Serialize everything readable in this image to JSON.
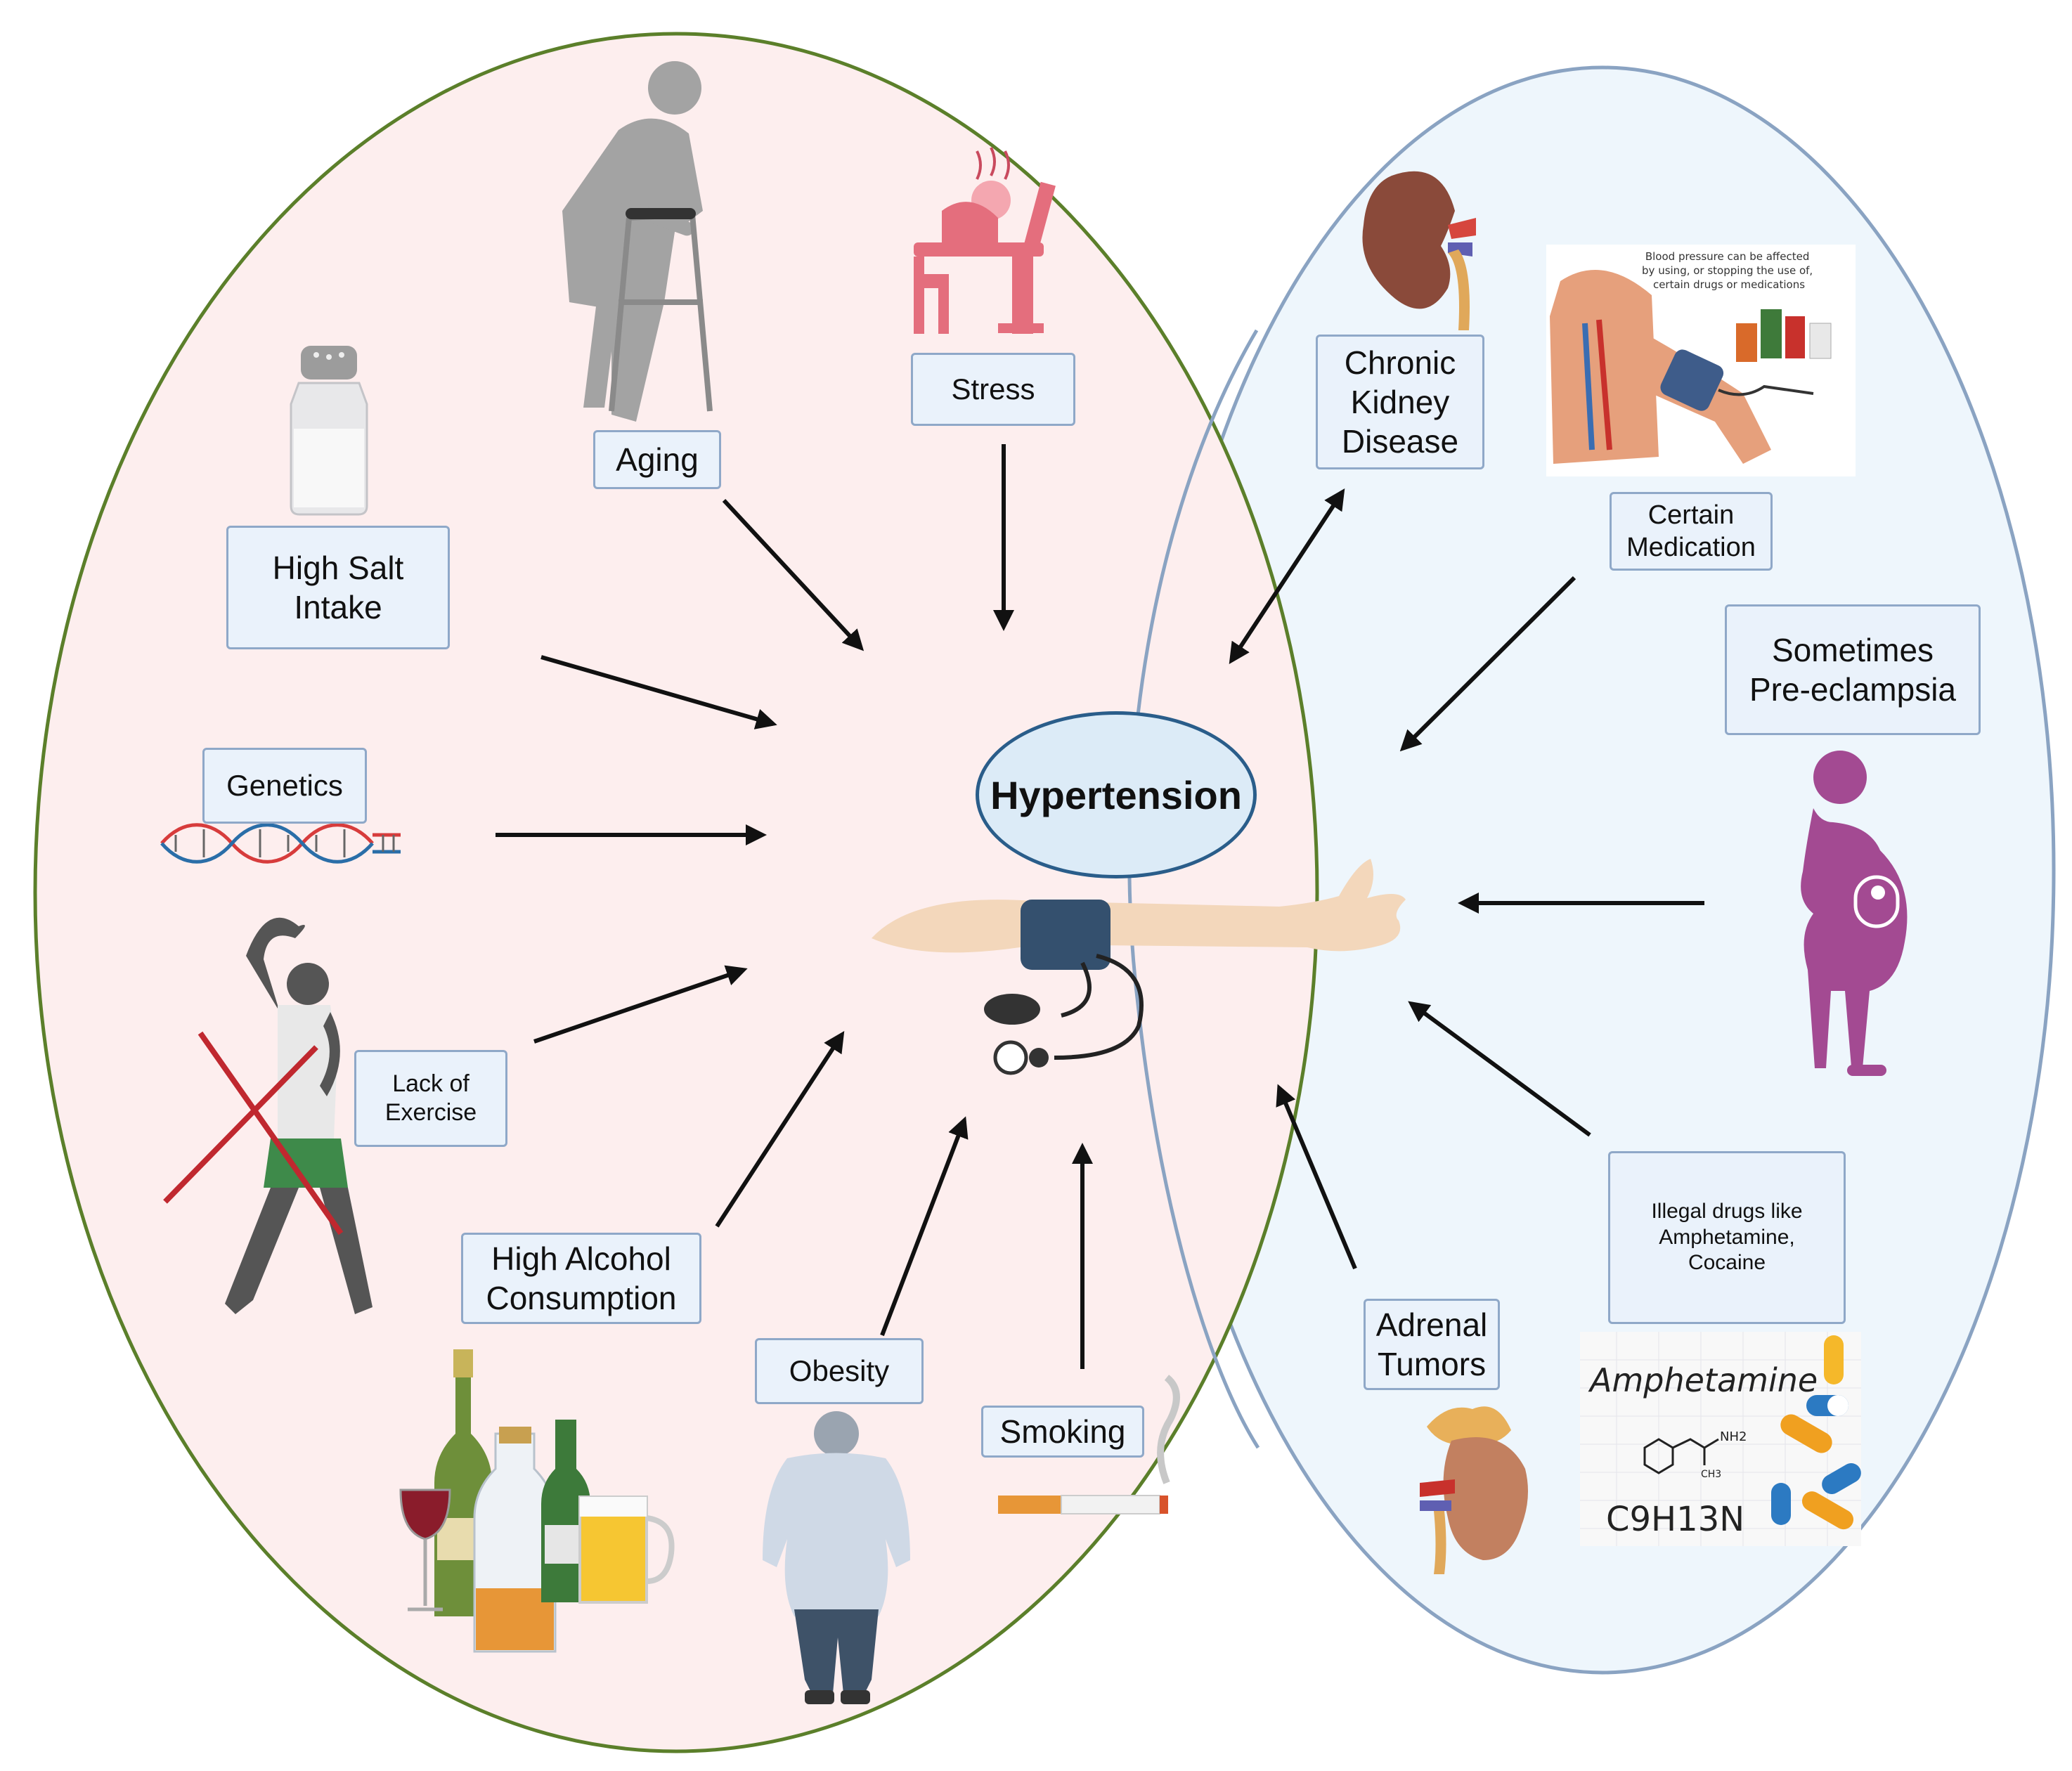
{
  "center": {
    "label": "Hypertension"
  },
  "lifestyle_factors": {
    "aging": "Aging",
    "stress": "Stress",
    "high_salt": "High Salt\nIntake",
    "genetics": "Genetics",
    "lack_exercise": "Lack of\nExercise",
    "alcohol": "High Alcohol\nConsumption",
    "obesity": "Obesity",
    "smoking": "Smoking"
  },
  "medical_factors": {
    "ckd": "Chronic\nKidney\nDisease",
    "medication": "Certain\nMedication",
    "medication_caption": "Blood pressure can be affected\nby using, or stopping the use of,\ncertain drugs or medications",
    "preeclampsia": "Sometimes\nPre-eclampsia",
    "illegal_drugs": "Illegal drugs like\nAmphetamine,\nCocaine",
    "adrenal": "Adrenal\nTumors"
  },
  "drug_card": {
    "name": "Amphetamine",
    "formula": "C9H13N",
    "nh2": "NH2",
    "ch3": "CH3"
  },
  "colors": {
    "left_fill": "#fdeeee",
    "left_border": "#5b7f2a",
    "right_fill": "#eef6fc",
    "right_border": "#8aa3c2",
    "label_fill": "#eaf2fb",
    "label_border": "#8fa8c8",
    "arrow": "#111111"
  },
  "icons": [
    "salt-shaker-icon",
    "elderly-walker-icon",
    "stressed-worker-icon",
    "dna-icon",
    "exercise-figure-icon",
    "drinks-icon",
    "obese-person-icon",
    "cigarette-icon",
    "blood-pressure-arm-icon",
    "kidney-icon",
    "medication-poster-icon",
    "pregnant-woman-icon",
    "adrenal-kidney-icon",
    "amphetamine-card-icon"
  ]
}
